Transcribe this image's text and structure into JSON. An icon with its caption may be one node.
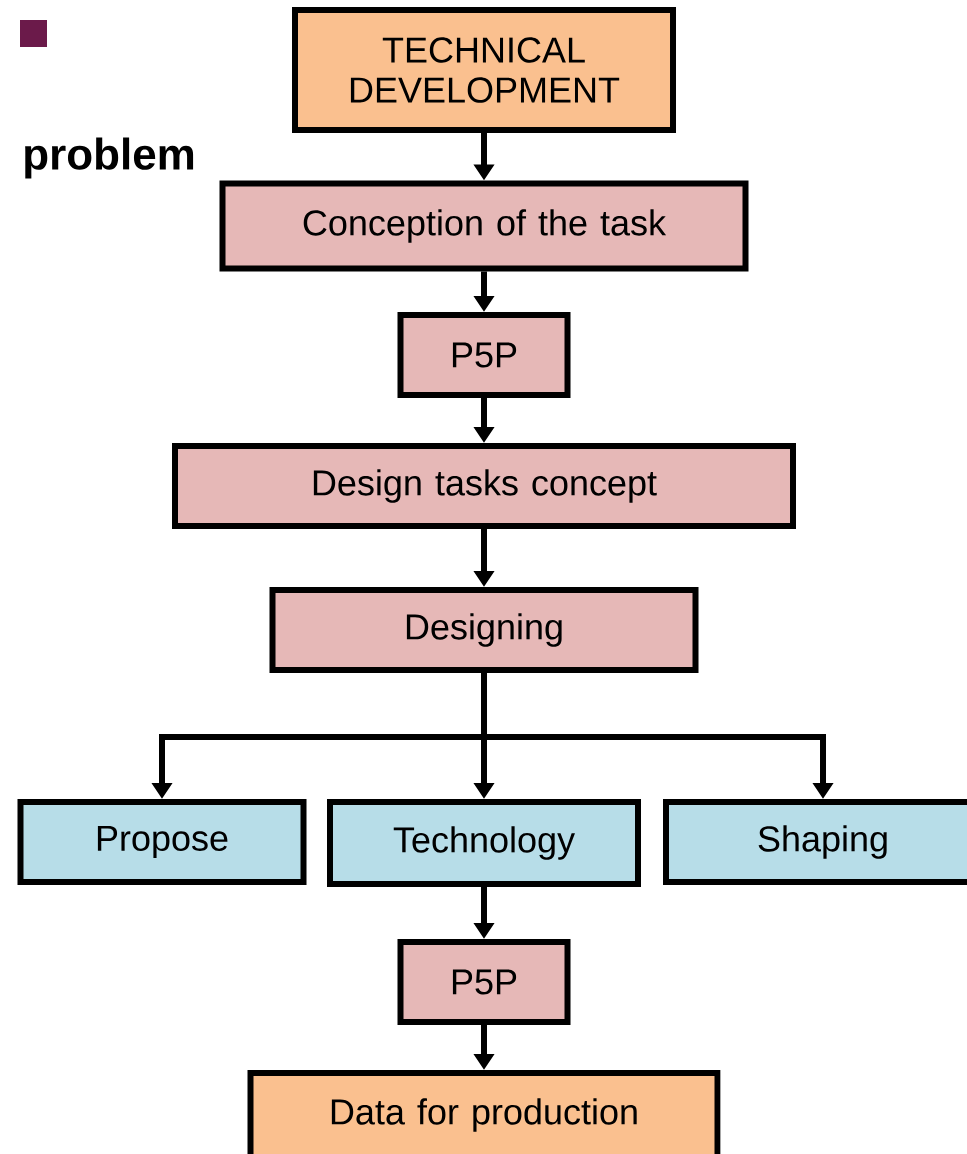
{
  "diagram": {
    "nodes": [
      {
        "text": [
          "TECHNICAL DEVELOPMENT"
        ]
      },
      {
        "text": [
          "Conception of the task"
        ]
      },
      {
        "text": [
          "P5P"
        ]
      },
      {
        "text": [
          "Design tasks concept"
        ]
      },
      {
        "text": [
          "Designing"
        ]
      },
      {
        "text": [
          "Propose"
        ]
      },
      {
        "text": [
          "Technology"
        ]
      },
      {
        "text": [
          "Shaping"
        ]
      },
      {
        "text": [
          "P5P"
        ]
      },
      {
        "text": [
          "Data for production"
        ]
      }
    ],
    "edges": [
      {
        "from": 0,
        "to": 1,
        "arrow": "to"
      },
      {
        "from": 1,
        "to": 2,
        "arrow": "to"
      },
      {
        "from": 2,
        "to": 3,
        "arrow": "to"
      },
      {
        "from": 3,
        "to": 4,
        "arrow": "to"
      },
      {
        "from": 4,
        "to": 5,
        "arrow": "to"
      },
      {
        "from": 4,
        "to": 6,
        "arrow": "to"
      },
      {
        "from": 4,
        "to": 7,
        "arrow": "to"
      },
      {
        "from": 6,
        "to": 8,
        "arrow": "to"
      },
      {
        "from": 8,
        "to": 9,
        "arrow": "to"
      }
    ],
    "labels": [
      "problem"
    ]
  }
}
